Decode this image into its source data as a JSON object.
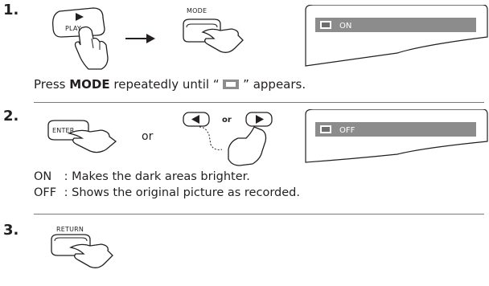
{
  "steps": [
    {
      "number": "1."
    },
    {
      "number": "2."
    },
    {
      "number": "3."
    }
  ],
  "step1": {
    "play_label": "PLAY",
    "mode_label": "MODE",
    "osd_value": "ON",
    "caption_prefix": "Press ",
    "caption_bold": "MODE",
    "caption_middle": " repeatedly until “ ",
    "caption_suffix": " ” appears."
  },
  "step2": {
    "enter_label": "ENTER",
    "or_large": "or",
    "or_small": "or",
    "osd_value": "OFF",
    "definitions": [
      {
        "term": "ON",
        "sep": " : ",
        "desc": "Makes the dark areas brighter."
      },
      {
        "term": "OFF",
        "sep": " : ",
        "desc": "Shows the original picture as recorded."
      }
    ]
  },
  "step3": {
    "return_label": "RETURN"
  },
  "colors": {
    "osd_bar": "#8c8c8c",
    "text": "#231f20",
    "rule": "#7a7a7a"
  },
  "icons": [
    "hand-press-icon",
    "right-arrow-icon",
    "picture-mode-icon",
    "left-arrow-button-icon",
    "right-arrow-button-icon"
  ]
}
